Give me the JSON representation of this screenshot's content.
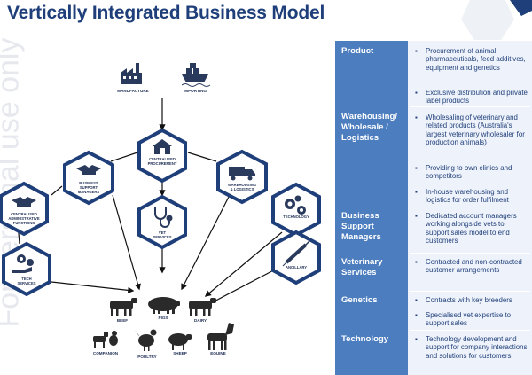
{
  "title": "Vertically Integrated Business Model",
  "watermark": "For personal use only",
  "colors": {
    "title": "#1f3f7a",
    "panel_head": "#4c7dbf",
    "node_stroke": "#1f3f7a",
    "icon": "#2a3a5c"
  },
  "diagram": {
    "top_nodes": [
      {
        "label": "MANUFACTURE",
        "icon": "factory-icon"
      },
      {
        "label": "IMPORTING",
        "icon": "cargo-ship-icon"
      }
    ],
    "hex_nodes": [
      {
        "id": "centralised",
        "lines": [
          "CENTRALISED",
          "PROCUREMENT"
        ],
        "icon": "warehouse-icon"
      },
      {
        "id": "bsm",
        "lines": [
          "BUSINESS",
          "SUPPORT",
          "MANAGERS"
        ],
        "icon": "handshake-icon"
      },
      {
        "id": "warehousing",
        "lines": [
          "WAREHOUSING",
          "& LOGISTICS"
        ],
        "icon": "truck-icon"
      },
      {
        "id": "admin",
        "lines": [
          "CENTRALISED",
          "ADMINISTRATIVE",
          "FUNCTIONS"
        ],
        "icon": "handshake-icon"
      },
      {
        "id": "vet",
        "lines": [
          "VET",
          "SERVICES"
        ],
        "icon": "stethoscope-icon"
      },
      {
        "id": "technology",
        "lines": [
          "TECHNOLOGY"
        ],
        "icon": "gears-icon"
      },
      {
        "id": "tech",
        "lines": [
          "TECH",
          "SERVICES"
        ],
        "icon": "gear-hand-icon"
      },
      {
        "id": "ancillary",
        "lines": [
          "ANCILLARY"
        ],
        "icon": "syringe-icon"
      }
    ],
    "animals": [
      {
        "label": "BEEF",
        "icon": "cow-icon"
      },
      {
        "label": "PIGS",
        "icon": "pig-icon"
      },
      {
        "label": "DAIRY",
        "icon": "cow-icon"
      },
      {
        "label": "COMPANION",
        "icon": "dog-cat-icon"
      },
      {
        "label": "POULTRY",
        "icon": "chicken-icon"
      },
      {
        "label": "SHEEP",
        "icon": "sheep-icon"
      },
      {
        "label": "EQUINE",
        "icon": "horse-icon"
      }
    ]
  },
  "table": {
    "rows": [
      {
        "label": "Product"
      },
      {
        "label": "Warehousing/ Wholesale / Logistics"
      },
      {
        "label": "Business Support Managers"
      },
      {
        "label": "Veterinary Services"
      },
      {
        "label": "Genetics"
      },
      {
        "label": "Technology"
      }
    ],
    "bullet_marker": "▪",
    "bullets": [
      "Procurement of animal pharmaceuticals, feed additives, equipment and genetics",
      "Exclusive distribution and private label products",
      "Wholesaling of veterinary and related products (Australia's largest veterinary wholesaler for production animals)",
      "Providing to own clinics and competitors",
      "In-house warehousing and logistics for order fulfilment",
      "Dedicated account managers working alongside vets to support sales model to end customers",
      "Contracted and non-contracted customer arrangements",
      "Contracts with key breeders",
      "Specialised vet expertise to support sales",
      "Technology development and support for company interactions and solutions for customers"
    ]
  }
}
